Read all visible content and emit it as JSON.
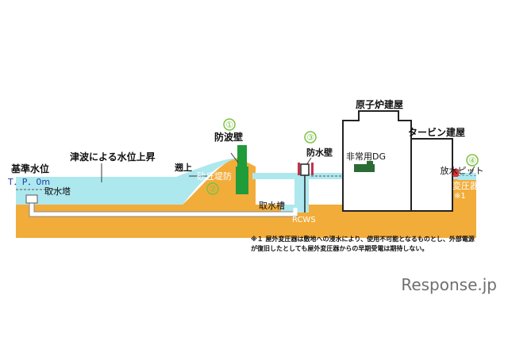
{
  "labels": {
    "reference_level": "基準水位",
    "tp": "T．P．0m",
    "tsunami_rise": "津波による水位上昇",
    "intake_tower": "取水塔",
    "runup": "遡上",
    "seawall": "防波壁",
    "sand_dune": "砂丘堤防",
    "watertight_wall": "防水壁",
    "intake_pit": "取水槽",
    "rcws": "RCWS",
    "reactor_building": "原子炉建屋",
    "turbine_building": "タービン建屋",
    "emergency_dg": "非常用DG",
    "discharge_pit": "放水ピット",
    "transformer": "変圧器",
    "transformer_note_mark": "※1"
  },
  "markers": {
    "seawall": "①",
    "sand_dune": "②",
    "watertight_wall": "③",
    "discharge_pit": "④"
  },
  "footnote": {
    "line1": "※１ 屋外変圧器は敷地への浸水により、使用不可能となるものとし、外部電源",
    "line2": "が復旧したとしても屋外変圧器からの早期受電は期待しない。"
  },
  "watermark": "Response.jp",
  "colors": {
    "water": "#aee8ef",
    "ground": "#f2ac3a",
    "wall_green": "#1f9b3a",
    "marker_green": "#7cc242",
    "leader_line": "#3a3a3a"
  }
}
